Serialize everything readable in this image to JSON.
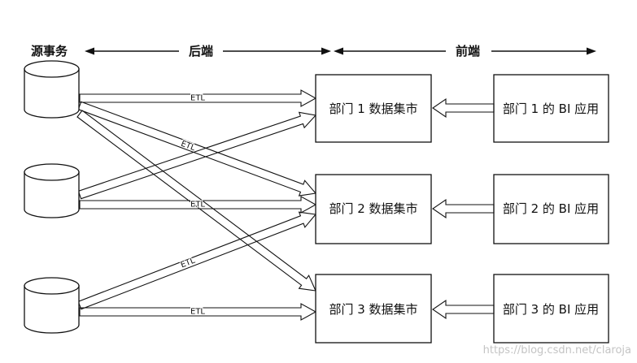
{
  "header": {
    "source_label": "源事务",
    "backend_label": "后端",
    "frontend_label": "前端"
  },
  "data_marts": [
    {
      "label": "部门 1 数据集市"
    },
    {
      "label": "部门 2 数据集市"
    },
    {
      "label": "部门 3 数据集市"
    }
  ],
  "bi_apps": [
    {
      "label": "部门 1 的 BI 应用"
    },
    {
      "label": "部门 2 的 BI 应用"
    },
    {
      "label": "部门 3 的 BI 应用"
    }
  ],
  "etl_labels": [
    "ETL",
    "ETL",
    "ETL",
    "ETL"
  ],
  "watermark": "https://blog.csdn.net/claroja"
}
